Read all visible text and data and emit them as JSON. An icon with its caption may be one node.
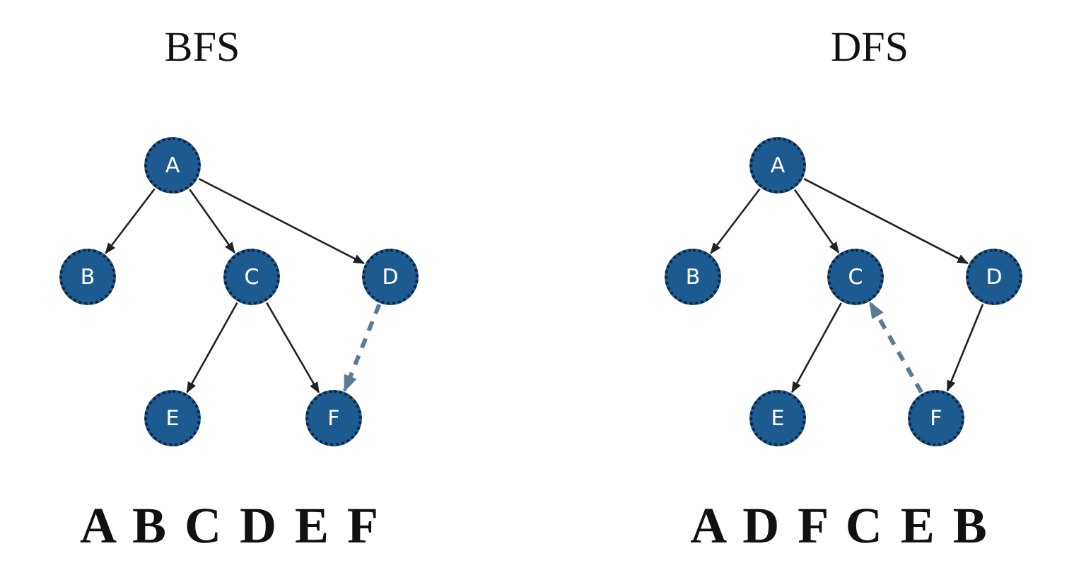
{
  "diagram": {
    "nodes": [
      {
        "text": [
          "A"
        ]
      },
      {
        "text": [
          "B"
        ]
      },
      {
        "text": [
          "C"
        ]
      },
      {
        "text": [
          "D"
        ]
      },
      {
        "text": [
          "E"
        ]
      },
      {
        "text": [
          "F"
        ]
      },
      {
        "text": [
          "A"
        ]
      },
      {
        "text": [
          "B"
        ]
      },
      {
        "text": [
          "C"
        ]
      },
      {
        "text": [
          "D"
        ]
      },
      {
        "text": [
          "E"
        ]
      },
      {
        "text": [
          "F"
        ]
      }
    ],
    "edges": [
      {
        "from": 0,
        "to": 1,
        "arrow": "to"
      },
      {
        "from": 0,
        "to": 2,
        "arrow": "to"
      },
      {
        "from": 0,
        "to": 3,
        "arrow": "to"
      },
      {
        "from": 2,
        "to": 4,
        "arrow": "to"
      },
      {
        "from": 2,
        "to": 5,
        "arrow": "to"
      },
      {
        "from": 3,
        "to": 5,
        "arrow": "to",
        "style": "dashed",
        "color": "#5b7a96"
      },
      {
        "from": 6,
        "to": 7,
        "arrow": "to"
      },
      {
        "from": 6,
        "to": 8,
        "arrow": "to"
      },
      {
        "from": 6,
        "to": 9,
        "arrow": "to"
      },
      {
        "from": 8,
        "to": 10,
        "arrow": "to"
      },
      {
        "from": 9,
        "to": 11,
        "arrow": "to"
      },
      {
        "from": 11,
        "to": 8,
        "arrow": "to",
        "style": "dashed",
        "color": "#5b7a96"
      }
    ],
    "labels": [
      "BFS",
      "DFS",
      "A B C D E F",
      "A D F C E B"
    ]
  }
}
